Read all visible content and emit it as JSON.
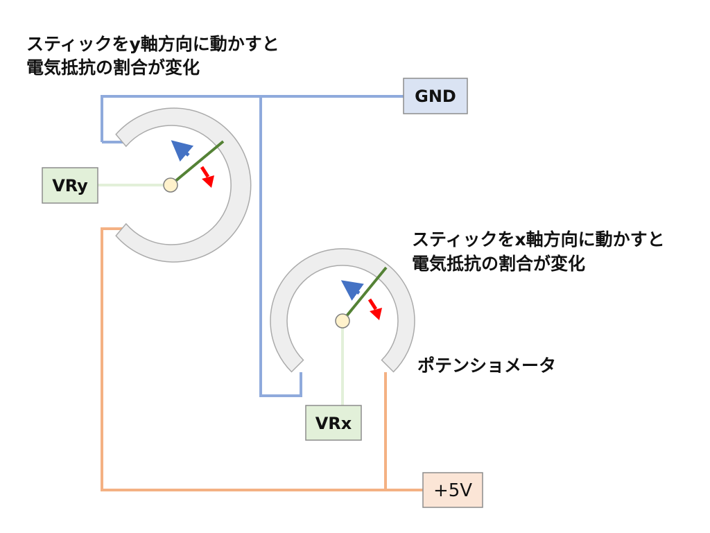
{
  "captions": {
    "y_line1": "スティックをy軸方向に動かすと",
    "y_line2": "電気抵抗の割合が変化",
    "x_line1": "スティックをx軸方向に動かすと",
    "x_line2": "電気抵抗の割合が変化",
    "potentiometer": "ポテンショメータ"
  },
  "terminals": {
    "gnd": "GND",
    "vry": "VRy",
    "vrx": "VRx",
    "vcc": "+5V"
  },
  "colors": {
    "gnd_wire": "#8faadc",
    "vcc_wire": "#f4b183",
    "signal_wire": "#e2f0d9",
    "wiper": "#548235",
    "arrow_ccw": "#4472c4",
    "arrow_cw": "#ff0000",
    "track_fill": "#eeeeee",
    "track_stroke": "#aaaaaa",
    "pivot_fill": "#fff2cc",
    "gnd_box": "#dae3f3",
    "vry_box": "#e2f0d9",
    "vrx_box": "#e2f0d9",
    "vcc_box": "#fbe5d6"
  }
}
